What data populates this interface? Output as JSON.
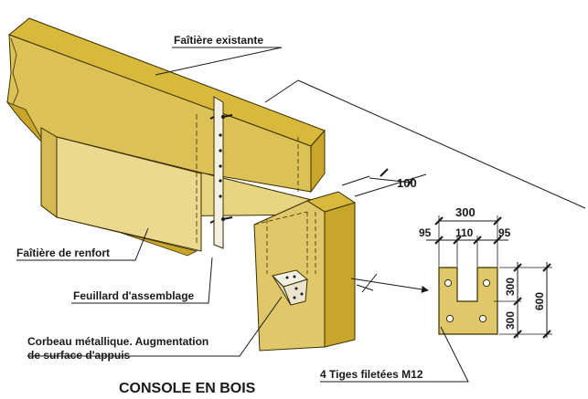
{
  "labels": {
    "existing_ridge": "Faîtière existante",
    "reinforcement_ridge": "Faîtière de renfort",
    "strap": "Feuillard d'assemblage",
    "bracket_line1": "Corbeau métallique. Augmentation",
    "bracket_line2": "de surface d'appuis",
    "rods": "4 Tiges filetées M12",
    "title": "CONSOLE EN BOIS"
  },
  "dimensions": {
    "thickness": "100",
    "width_total": "300",
    "edge_left": "95",
    "slot": "110",
    "edge_right": "95",
    "height_part": "300",
    "height_part_lower": "300",
    "height_total": "600"
  },
  "colors": {
    "wood_top": "#d9b93c",
    "wood_front": "#e0c86a",
    "wood_light": "#ead98f",
    "wood_pale": "#f1e3a6",
    "wood_dark": "#c9a62b",
    "outline": "#3a3000"
  }
}
